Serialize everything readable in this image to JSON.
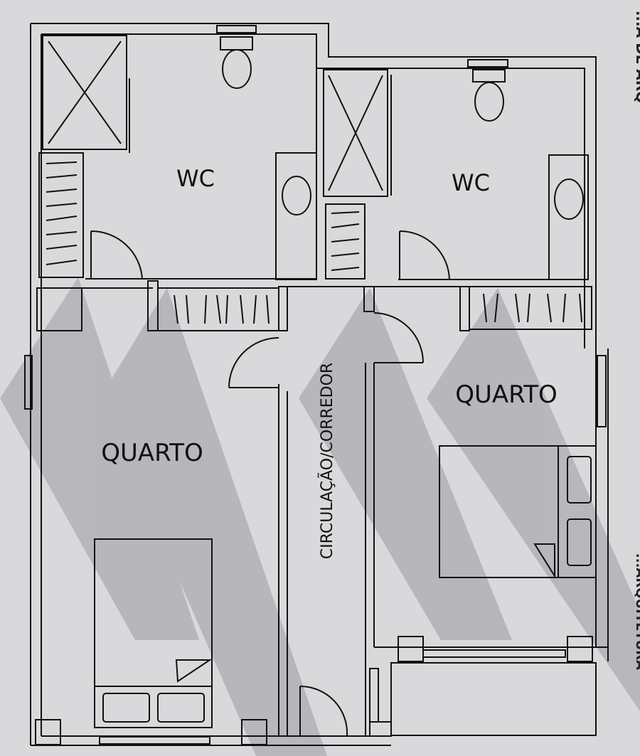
{
  "rooms": {
    "wc_left": "WC",
    "wc_right": "WC",
    "quarto_left": "QUARTO",
    "quarto_right": "QUARTO",
    "corridor": "CIRCULAÇÃO/CORREDOR"
  },
  "margin_text": {
    "top": "...A DE ARQ",
    "bottom": "...ARQUITETURA"
  },
  "colors": {
    "paper": "#d9d9dc",
    "wall": "#111111",
    "watermark": "#8f8f95"
  }
}
